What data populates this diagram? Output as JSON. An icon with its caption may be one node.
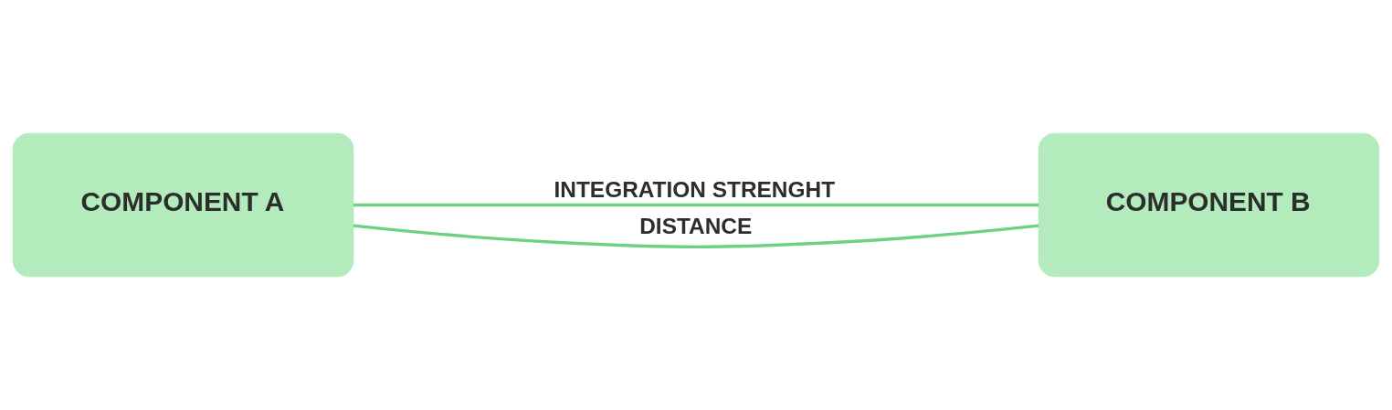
{
  "diagram": {
    "nodes": [
      {
        "text": [
          "COMPONENT A"
        ]
      },
      {
        "text": [
          "COMPONENT B"
        ]
      }
    ],
    "edges": [
      {
        "from": 0,
        "to": 1,
        "arrow": "none",
        "label": "INTEGRATION STRENGHT"
      },
      {
        "from": 0,
        "to": 1,
        "arrow": "none",
        "label": "DISTANCE"
      }
    ]
  }
}
